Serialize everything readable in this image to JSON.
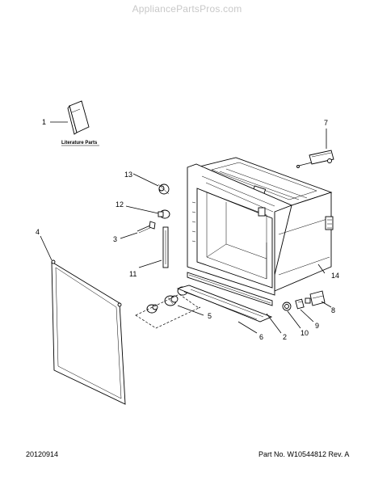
{
  "watermark": "AppliancePartsPros.com",
  "literature_label": "Literature Parts",
  "callouts": {
    "c1": "1",
    "c2": "2",
    "c3": "3",
    "c4": "4",
    "c5": "5",
    "c6": "6",
    "c7": "7",
    "c8": "8",
    "c9": "9",
    "c10": "10",
    "c11": "11",
    "c12": "12",
    "c13": "13",
    "c14": "14"
  },
  "footer": {
    "date": "20120914",
    "part_no": "Part No. W10544812  Rev. A"
  }
}
